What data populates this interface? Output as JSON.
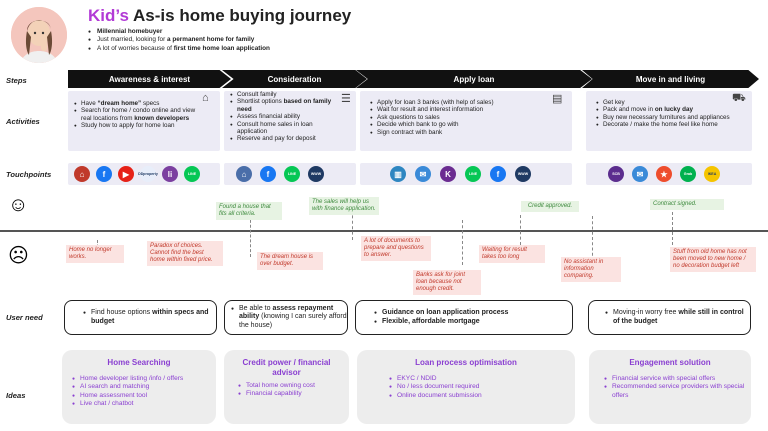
{
  "header": {
    "title_highlight": "Kid’s",
    "title_rest": " As-is home buying journey",
    "persona": [
      {
        "pre": "",
        "bold": "Millennial homebuyer",
        "post": ""
      },
      {
        "pre": "Just married, looking for ",
        "bold": "a permanent home for family",
        "post": ""
      },
      {
        "pre": "A lot of worries because of ",
        "bold": "first time home loan application",
        "post": ""
      }
    ]
  },
  "row_labels": {
    "steps": "Steps",
    "activities": "Activities",
    "touchpoints": "Touchpoints",
    "user_need": "User need",
    "ideas": "Ideas"
  },
  "steps": [
    "Awareness & interest",
    "Consideration",
    "Apply loan",
    "Move in and living"
  ],
  "activities": [
    {
      "items": [
        {
          "pre": "Have ",
          "bold": "“dream home”",
          "post": " specs"
        },
        {
          "pre": "Search for home / condo online and view real locations from ",
          "bold": "known developers",
          "post": ""
        },
        {
          "pre": "Study how to apply for home loan",
          "bold": "",
          "post": ""
        }
      ]
    },
    {
      "items": [
        {
          "pre": "Consult family",
          "bold": "",
          "post": ""
        },
        {
          "pre": "Shortlist options ",
          "bold": "based on family need",
          "post": ""
        },
        {
          "pre": "Assess financial ability",
          "bold": "",
          "post": ""
        },
        {
          "pre": "Consult home sales in loan application",
          "bold": "",
          "post": ""
        },
        {
          "pre": "Reserve and pay for deposit",
          "bold": "",
          "post": ""
        }
      ]
    },
    {
      "items": [
        {
          "pre": "Apply for loan 3 banks (with help of sales)",
          "bold": "",
          "post": ""
        },
        {
          "pre": "Wait for result and interest information",
          "bold": "",
          "post": ""
        },
        {
          "pre": "Ask questions to sales",
          "bold": "",
          "post": ""
        },
        {
          "pre": "Decide which bank to go with",
          "bold": "",
          "post": ""
        },
        {
          "pre": "Sign contract with bank",
          "bold": "",
          "post": ""
        }
      ]
    },
    {
      "items": [
        {
          "pre": "Get key",
          "bold": "",
          "post": ""
        },
        {
          "pre": "Pack and move in ",
          "bold": "on lucky day",
          "post": ""
        },
        {
          "pre": "Buy new necessary furnitures and appliances",
          "bold": "",
          "post": ""
        },
        {
          "pre": "Decorate / make the home feel like home",
          "bold": "",
          "post": ""
        }
      ]
    }
  ],
  "touchpoints": [
    [
      {
        "name": "home-portal-icon",
        "label": "⌂",
        "color": "#c0392b"
      },
      {
        "name": "facebook-icon",
        "label": "f",
        "color": "#1877f2"
      },
      {
        "name": "youtube-icon",
        "label": "▶",
        "color": "#e62117"
      },
      {
        "name": "developer-site-icon",
        "label": "DDproperty",
        "color": "#e8eefa"
      },
      {
        "name": "lifestyle-app-icon",
        "label": "li",
        "color": "#7b3fa0"
      },
      {
        "name": "line-icon",
        "label": "LINE",
        "color": "#06c755"
      }
    ],
    [
      {
        "name": "house-icon",
        "label": "⌂",
        "color": "#4a6ea9"
      },
      {
        "name": "facebook-icon",
        "label": "f",
        "color": "#1877f2"
      },
      {
        "name": "line-icon",
        "label": "LINE",
        "color": "#06c755"
      },
      {
        "name": "web-icon",
        "label": "WWW",
        "color": "#1f3a63"
      }
    ],
    [
      {
        "name": "bank-icon",
        "label": "▥",
        "color": "#2e86c1"
      },
      {
        "name": "email-icon",
        "label": "✉",
        "color": "#3a8ad8"
      },
      {
        "name": "bank-app-icon",
        "label": "K",
        "color": "#6b2c91"
      },
      {
        "name": "line-icon",
        "label": "LINE",
        "color": "#06c755"
      },
      {
        "name": "facebook-icon",
        "label": "f",
        "color": "#1877f2"
      },
      {
        "name": "web-icon",
        "label": "WWW",
        "color": "#1f3a63"
      }
    ],
    [
      {
        "name": "bank-app-icon",
        "label": "SCB",
        "color": "#5b2d8e"
      },
      {
        "name": "email-icon",
        "label": "✉",
        "color": "#3a8ad8"
      },
      {
        "name": "shopping-app-icon",
        "label": "★",
        "color": "#ee4d2d"
      },
      {
        "name": "grab-icon",
        "label": "Grab",
        "color": "#00b14f"
      },
      {
        "name": "ikea-icon",
        "label": "IKEA",
        "color": "#f5c400"
      }
    ]
  ],
  "positive_notes": [
    "Found a house that fits all criteria.",
    "The sales will help us with finance application.",
    "Credit approved.",
    "Contract signed."
  ],
  "negative_notes": [
    "Home no longer works.",
    "Paradox of choices. Cannot find the best home within fixed price.",
    "The dream house is over budget.",
    "A lot of documents to prepare and questions to answer.",
    "Banks ask for joint loan because not enough credit.",
    "Waiting for result takes too long",
    "No assistant in information comparing.",
    "Stuff from old home has not been moved to new home / no decoration budget left"
  ],
  "user_needs": [
    {
      "items": [
        {
          "pre": "Find house options ",
          "bold": "within specs and budget",
          "post": ""
        }
      ]
    },
    {
      "items": [
        {
          "pre": "Be able to ",
          "bold": "assess repayment ability",
          "post": " (knowing I can surely afford the house)"
        }
      ]
    },
    {
      "items": [
        {
          "pre": "",
          "bold": "Guidance on loan application process",
          "post": ""
        },
        {
          "pre": "",
          "bold": "Flexible, affordable mortgage",
          "post": ""
        }
      ]
    },
    {
      "items": [
        {
          "pre": "Moving-in worry free ",
          "bold": "while still in control of the budget",
          "post": ""
        }
      ]
    }
  ],
  "ideas": [
    {
      "title": "Home Searching",
      "items": [
        "Home developer listing /info / offers",
        "AI search and matching",
        "Home assessment tool",
        "Live chat / chatbot"
      ]
    },
    {
      "title": "Credit power / financial advisor",
      "items": [
        "Total home owning cost",
        "Financial capability"
      ]
    },
    {
      "title": "Loan process optimisation",
      "items": [
        "EKYC / NDID",
        "No / less document required",
        "Online document submission"
      ]
    },
    {
      "title": "Engagement solution",
      "items": [
        "Financial service with special offers",
        "Recommended service providers with special offers"
      ]
    }
  ],
  "colors": {
    "accent": "#b23ad6",
    "idea_text": "#8a3fd1",
    "positive": "#3d8a3d",
    "negative": "#c1392b"
  }
}
